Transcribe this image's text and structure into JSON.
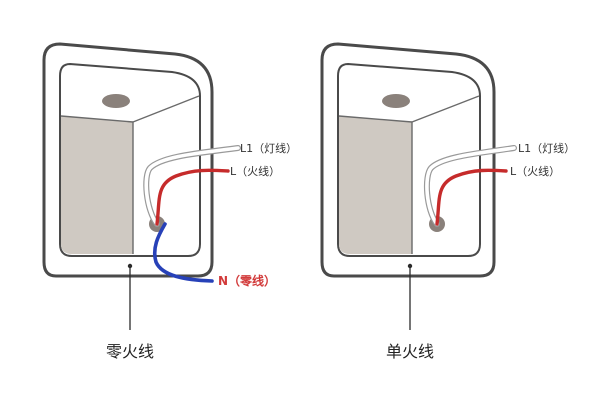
{
  "panels": [
    {
      "caption": "零火线",
      "labels": {
        "load_wire": "L1（灯线）",
        "live_wire": "L（火线）",
        "neutral_wire": "N（零线）"
      }
    },
    {
      "caption": "单火线",
      "labels": {
        "load_wire": "L1（灯线）",
        "live_wire": "L（火线）"
      }
    }
  ],
  "colors": {
    "box_stroke": "#4a4a4a",
    "inner_shade": "#cfc9c2",
    "knob": "#8a817b",
    "live_wire": "#c62b2b",
    "neutral_wire": "#2741b8",
    "neutral_label": "#d23a3a",
    "load_wire_outline": "#9a9a9a"
  }
}
